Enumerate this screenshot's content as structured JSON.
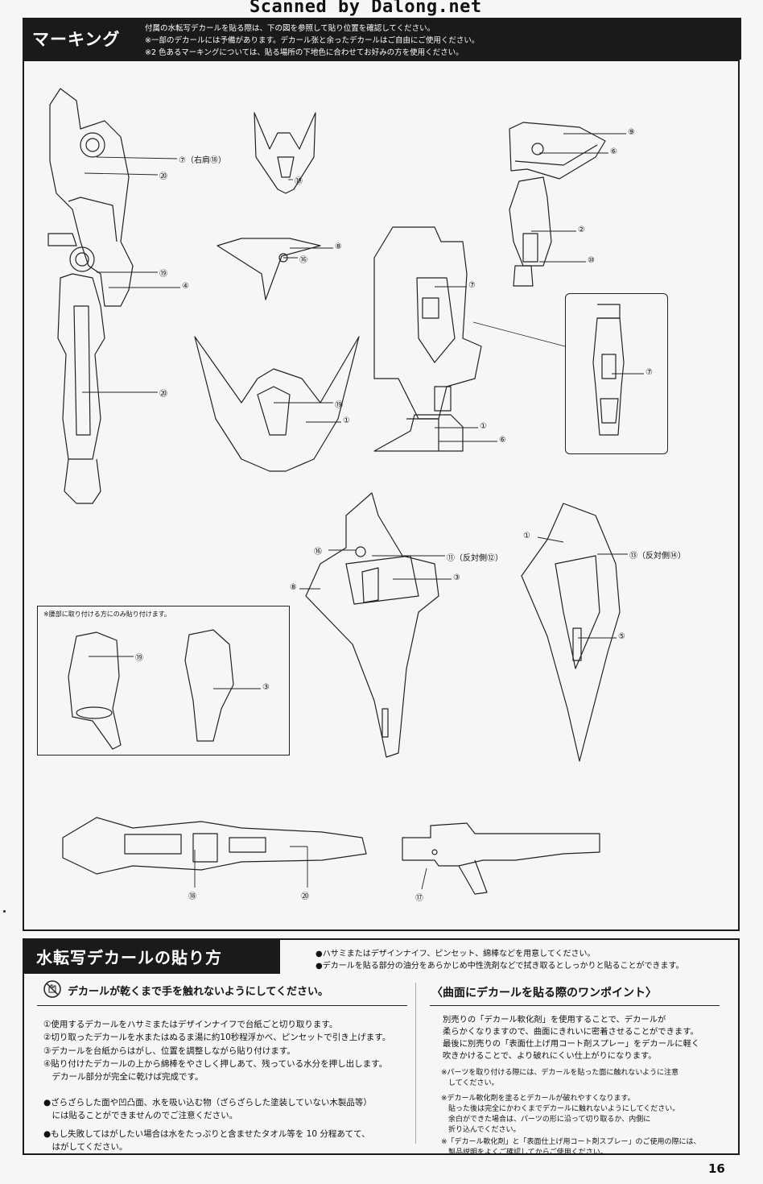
{
  "watermark": "Scanned by Dalong.net",
  "marking": {
    "title": "マーキング",
    "notes": [
      "付属の水転写デカールを貼る際は、下の図を参照して貼り位置を確認してください。",
      "※一部のデカールには予備があります。デカール张と余ったデカールはご自由にご使用ください。",
      "※2 色あるマーキングについては、貼る場所の下地色に合わせてお好みの方を使用ください。"
    ]
  },
  "callouts": {
    "c7_right_shoulder": "⑦（右肩⑱）",
    "c20_a": "⑳",
    "c19_a": "⑲",
    "c4": "④",
    "c20_b": "⑳",
    "c19_b": "⑲",
    "c8_a": "⑧",
    "c16_a": "⑯",
    "c19_c": "⑲",
    "c1_a": "①",
    "c7_b": "⑦",
    "c1_b": "①",
    "c6_a": "⑥",
    "c9": "⑨",
    "c6_b": "⑥",
    "c2": "②",
    "c10": "⑩",
    "c7_c": "⑦",
    "c16_b": "⑯",
    "c11": "⑪（反対側⑫）",
    "c3_a": "③",
    "c8_b": "⑧",
    "c1_c": "①",
    "c13": "⑬（反対側⑭）",
    "c5": "⑤",
    "c19_d": "⑲",
    "c3_b": "③",
    "c18": "⑱",
    "c20_c": "⑳",
    "c17": "⑰"
  },
  "waist_note": "※腰部に取り付ける方にのみ貼り付けます。",
  "howto": {
    "title": "水転写デカールの貼り方",
    "prep": [
      "●ハサミまたはデザインナイフ、ピンセット、綿棒などを用意してください。",
      "●デカールを貼る部分の油分をあらかじめ中性洗剤などで拭き取るとしっかりと貼ることができます。"
    ],
    "warning": "デカールが乾くまで手を触れないようにしてください。",
    "steps": [
      "①使用するデカールをハサミまたはデザインナイフで台紙ごと切り取ります。",
      "②切り取ったデカールを水またはぬるま湯に約10秒程浮かべ、ピンセットで引き上げます。",
      "③デカールを台紙からはがし、位置を調整しながら貼り付けます。",
      "④貼り付けたデカールの上から綿棒をやさしく押しあて、残っている水分を押し出します。",
      "　デカール部分が完全に乾けば完成です。",
      "●ざらざらした面や凹凸面、水を吸い込む物（ざらざらした塗装していない木製品等）",
      "　には貼ることができませんのでご注意ください。",
      "●もし失敗してはがしたい場合は水をたっぷりと含ませたタオル等を 10 分程あてて、",
      "　はがしてください。"
    ],
    "tip_title": "〈曲面にデカールを貼る際のワンポイント〉",
    "tip_lines": [
      "別売りの「デカール軟化剤」を使用することで、デカールが",
      "柔らかくなりますので、曲面にきれいに密着させることができます。",
      "最後に別売りの「表面仕上げ用コート剤スプレー」をデカールに軽く",
      "吹きかけることで、より破れにくい仕上がりになります。"
    ],
    "tip_notes": [
      "※パーツを取り付ける際には、デカールを貼った面に触れないように注意",
      "　してください。",
      "※デカール軟化剤を塗るとデカールが破れやすくなります。",
      "　貼った後は完全にかわくまでデカールに触れないようにしてください。",
      "　余白ができた場合は、パーツの形に沿って切り取るか、内側に",
      "　折り込んでください。",
      "※「デカール軟化剤」と「表面仕上げ用コート剤スプレー」のご使用の際には、",
      "　製品説明をよくご確認してからご使用ください。"
    ]
  },
  "page_number": "16"
}
